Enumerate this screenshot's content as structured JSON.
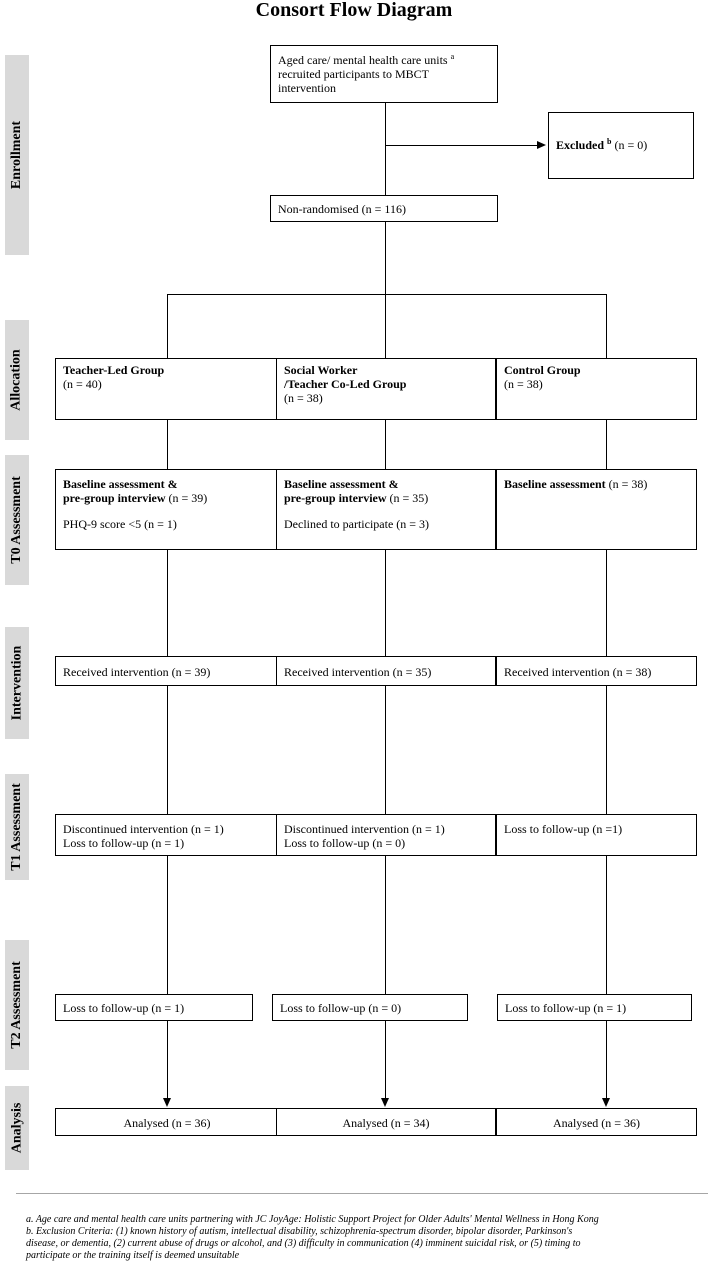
{
  "title": "Consort Flow Diagram",
  "stages": [
    "Enrollment",
    "Allocation",
    "T0 Assessment",
    "Intervention",
    "T1 Assessment",
    "T2 Assessment",
    "Analysis"
  ],
  "enroll": {
    "recruit_l1": "Aged care/ mental health care units",
    "recruit_sup": "a",
    "recruit_l2": "recruited participants to MBCT",
    "recruit_l3": "intervention",
    "excluded_label": "Excluded",
    "excluded_sup": "b",
    "excluded_n": "(n = 0)",
    "nonrandom": "Non-randomised (n = 116)"
  },
  "groups": [
    {
      "alloc_l1": "Teacher-Led Group",
      "alloc_l2": "",
      "alloc_n": "(n = 40)",
      "t0_l1": "Baseline assessment &",
      "t0_l2": "pre-group interview",
      "t0_n": "(n = 39)",
      "t0_note": "PHQ-9 score <5 (n = 1)",
      "intervention": "Received intervention (n = 39)",
      "t1_l1": "Discontinued intervention (n = 1)",
      "t1_l2": "Loss to follow-up (n = 1)",
      "t2": "Loss to follow-up (n = 1)",
      "analysed": "Analysed (n = 36)"
    },
    {
      "alloc_l1": "Social Worker",
      "alloc_l2": "/Teacher Co-Led Group",
      "alloc_n": "(n = 38)",
      "t0_l1": "Baseline assessment &",
      "t0_l2": "pre-group interview",
      "t0_n": "(n = 35)",
      "t0_note": "Declined to participate (n = 3)",
      "intervention": "Received intervention (n = 35)",
      "t1_l1": "Discontinued intervention (n = 1)",
      "t1_l2": "Loss to follow-up (n = 0)",
      "t2": "Loss to follow-up (n = 0)",
      "analysed": "Analysed (n = 34)"
    },
    {
      "alloc_l1": "Control Group",
      "alloc_l2": "",
      "alloc_n": "(n = 38)",
      "t0_l1": "Baseline assessment",
      "t0_l2": "",
      "t0_n": "(n = 38)",
      "t0_note": "",
      "intervention": "Received intervention (n = 38)",
      "t1_l1": "Loss to follow-up (n =1)",
      "t1_l2": "",
      "t2": "Loss to follow-up (n = 1)",
      "analysed": "Analysed (n = 36)"
    }
  ],
  "footnotes": {
    "a": "a. Age care and mental health care units partnering with JC JoyAge: Holistic Support Project for Older Adults' Mental Wellness in Hong Kong",
    "b1": "b. Exclusion Criteria: (1) known history of autism, intellectual disability, schizophrenia-spectrum disorder, bipolar disorder, Parkinson's",
    "b2": "disease, or dementia, (2) current abuse of drugs or alcohol, and (3) difficulty in communication (4) imminent suicidal risk, or (5) timing to",
    "b3": "participate or the training itself is deemed unsuitable"
  }
}
